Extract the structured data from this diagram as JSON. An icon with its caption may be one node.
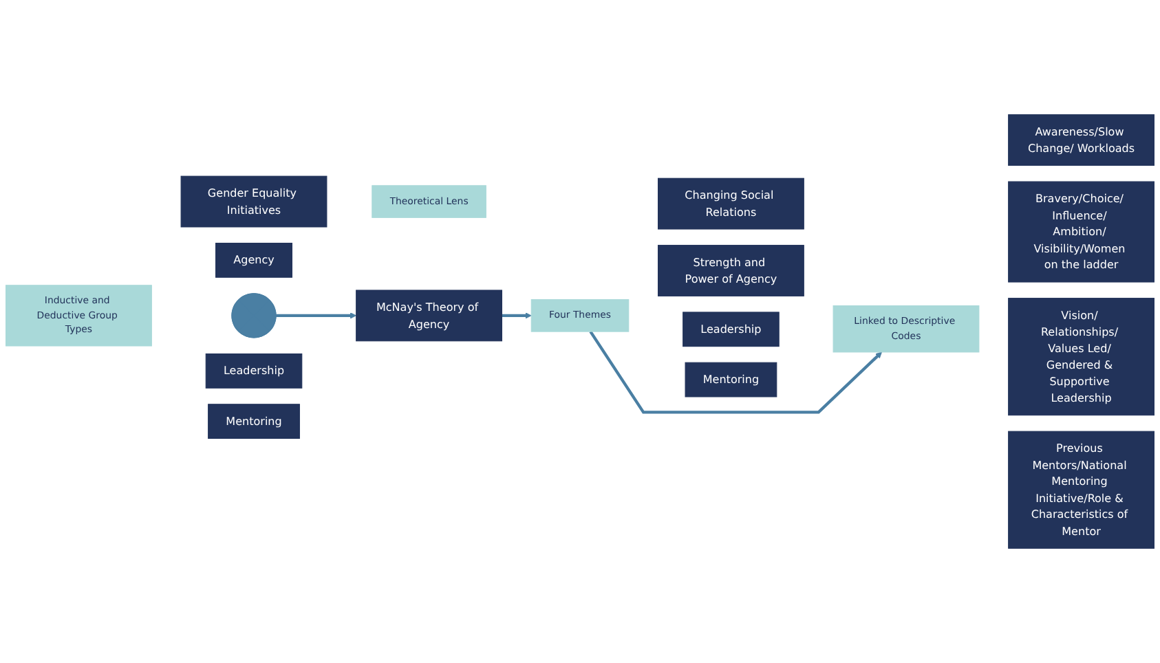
{
  "diagram": {
    "nodes": [
      {
        "text": [
          "Inductive and Deductive Group Types"
        ]
      },
      {
        "text": [
          "Gender Equality Initiatives"
        ]
      },
      {
        "text": [
          "Agency"
        ]
      },
      {
        "text": [],
        "shape": "cross"
      },
      {
        "text": [
          "Leadership"
        ]
      },
      {
        "text": [
          "Mentoring"
        ]
      },
      {
        "text": [
          "Theoretical Lens"
        ]
      },
      {
        "text": [
          "McNay's Theory of Agency"
        ]
      },
      {
        "text": [
          "Four Themes"
        ]
      },
      {
        "text": [
          "Changing Social Relations"
        ]
      },
      {
        "text": [
          "Strength and Power of Agency"
        ]
      },
      {
        "text": [
          "Leadership"
        ]
      },
      {
        "text": [
          "Mentoring"
        ]
      },
      {
        "text": [
          "Linked to Descriptive Codes"
        ]
      },
      {
        "text": [
          "Awareness/Slow Change/ Workloads"
        ]
      },
      {
        "text": [
          "Bravery/Choice/ Influence/ Ambition/ Visibility/Women on the ladder"
        ]
      },
      {
        "text": [
          "Vision/ Relationships/ Values Led/ Gendered & Supportive Leadership"
        ]
      },
      {
        "text": [
          "Previous Mentors/National Mentoring Initiative/Role & Characteristics of Mentor"
        ]
      }
    ],
    "edges": [
      {
        "from": 3,
        "to": 7,
        "arrow": "to"
      },
      {
        "from": 7,
        "to": 8,
        "arrow": "to"
      },
      {
        "from": 8,
        "to": 13,
        "arrow": "to"
      }
    ]
  }
}
